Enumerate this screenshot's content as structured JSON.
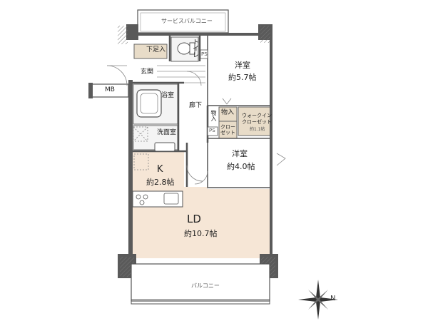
{
  "rooms": {
    "service_balcony": "サービスバルコニー",
    "shoe_closet": "下足入",
    "toilet": "トイレ",
    "ps_top": "PS",
    "western1": {
      "name": "洋室",
      "area": "約5.7帖"
    },
    "entrance": "玄関",
    "mb": "MB",
    "bath": "浴室",
    "corridor": "廊下",
    "storage": "物入",
    "closet": "クローゼット",
    "ps_mid": "PS",
    "walkin": {
      "name": "ウォークインクローゼット",
      "area": "約1.1帖"
    },
    "washroom": "洗面室",
    "western2": {
      "name": "洋室",
      "area": "約4.0帖"
    },
    "kitchen": {
      "name": "K",
      "area": "約2.8帖"
    },
    "ld": {
      "name": "LD",
      "area": "約10.7帖"
    },
    "balcony": "バルコニー"
  },
  "compass": {
    "label": "N"
  },
  "colors": {
    "wall": "#5a5a5a",
    "floor_ld": "#f6e6d6",
    "wet_floor": "#f2f2f2",
    "closet": "#e8dcc8",
    "line": "#444444",
    "compass": "#333333"
  }
}
